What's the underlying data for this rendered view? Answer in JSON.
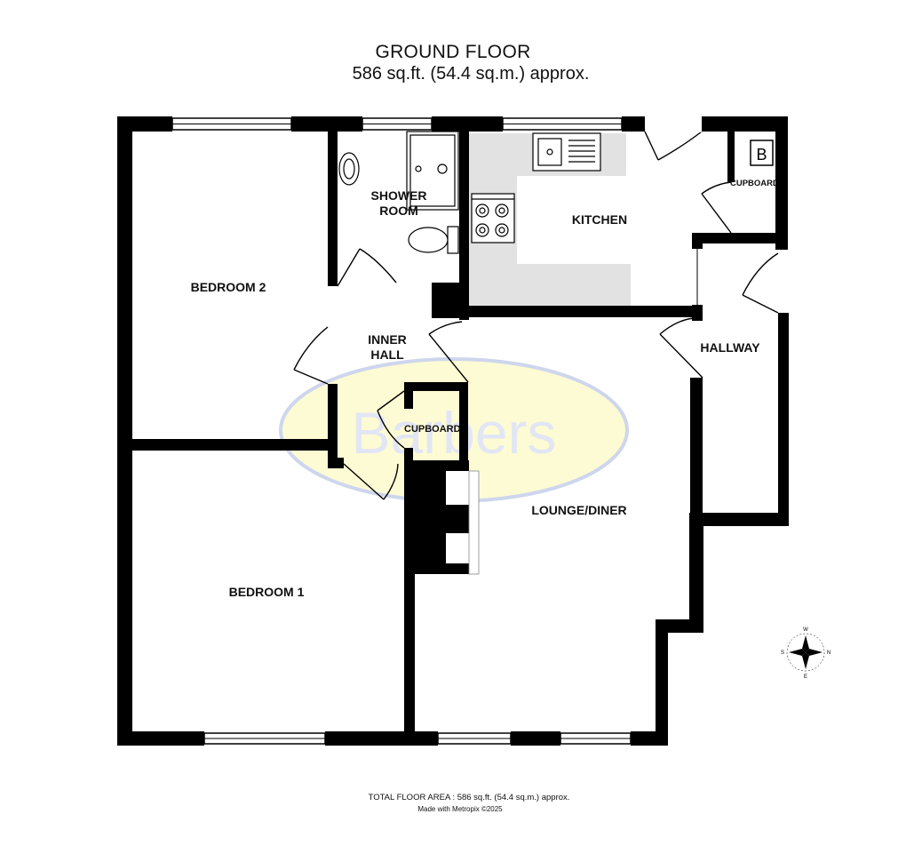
{
  "header": {
    "title": "GROUND FLOOR",
    "subtitle": "586 sq.ft. (54.4 sq.m.) approx."
  },
  "rooms": {
    "bedroom2": "BEDROOM 2",
    "bedroom1": "BEDROOM 1",
    "shower_line1": "SHOWER",
    "shower_line2": "ROOM",
    "kitchen": "KITCHEN",
    "inner_hall_line1": "INNER",
    "inner_hall_line2": "HALL",
    "hallway": "HALLWAY",
    "lounge": "LOUNGE/DINER",
    "cupboard_hall": "CUPBOARD",
    "cupboard_top": "CUPBOARD",
    "boiler": "B"
  },
  "watermark": "Barbers",
  "compass": {
    "n": "N",
    "e": "E",
    "s": "S",
    "w": "W"
  },
  "footer": {
    "total": "TOTAL FLOOR AREA : 586 sq.ft. (54.4 sq.m.) approx.",
    "made_with": "Made with Metropix ©2025"
  },
  "colors": {
    "wall": "#000000",
    "kitchen_floor": "#e2e2e2",
    "watermark_fill": "#fdfbd0",
    "watermark_stroke": "#c9d2ec"
  }
}
